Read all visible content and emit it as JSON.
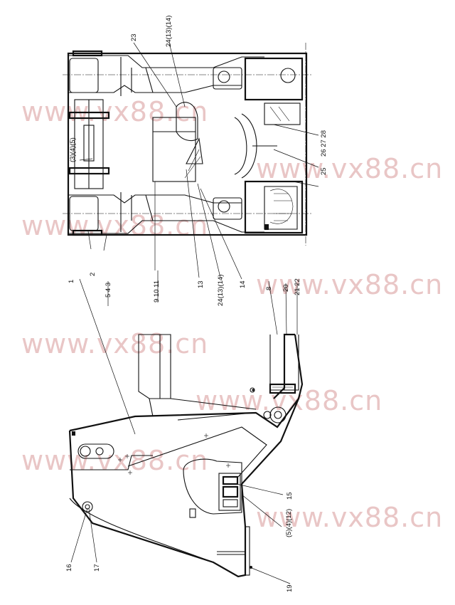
{
  "watermark": "www.vx88.cn",
  "callouts": {
    "c1": "1",
    "c2": "2",
    "c5_4_3": "5 4 3",
    "c9_10_11": "9 10 11",
    "c13": "13",
    "c24a": "24(13)(14)",
    "c14": "14",
    "c8": "8",
    "c20": "20",
    "c21_22": "21 22",
    "c12_4_15": "(3)(4)(5)",
    "c23": "23",
    "c24b": "24(13)(14)",
    "c26_27_28": "26 27 28",
    "c25": "25",
    "c15": "15",
    "c5_4_12": "(5)(4)(12)",
    "c16": "16",
    "c17": "17",
    "c19": "19"
  }
}
